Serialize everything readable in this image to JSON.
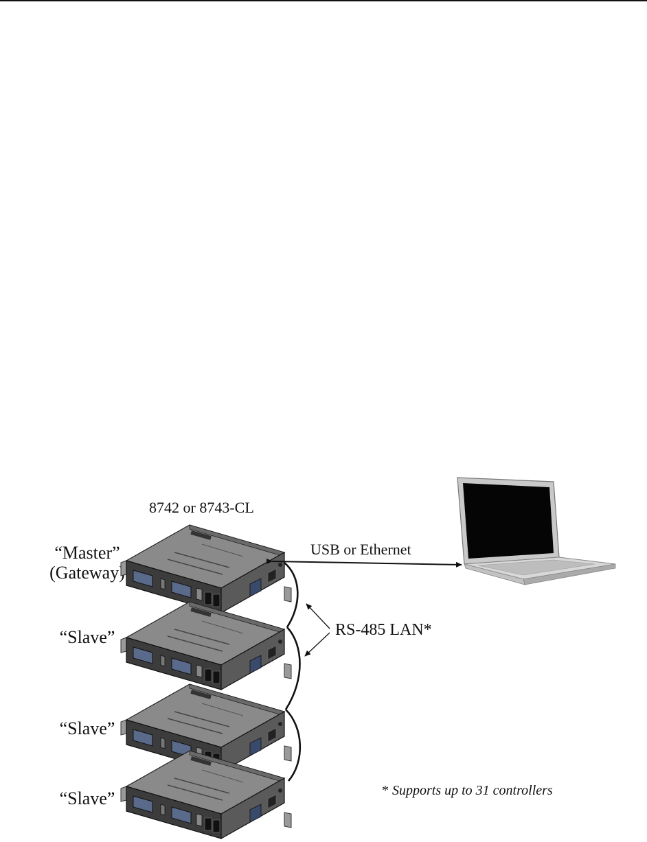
{
  "diagram": {
    "model_label": "8742 or 8743-CL",
    "master_label": "“Master”",
    "master_sublabel": "(Gateway)",
    "slave_labels": [
      "“Slave”",
      "“Slave”",
      "“Slave”"
    ],
    "usb_label": "USB or Ethernet",
    "rs485_label": "RS-485 LAN*",
    "footnote_marker": "*",
    "footnote_text": "Supports up to 31 controllers"
  }
}
